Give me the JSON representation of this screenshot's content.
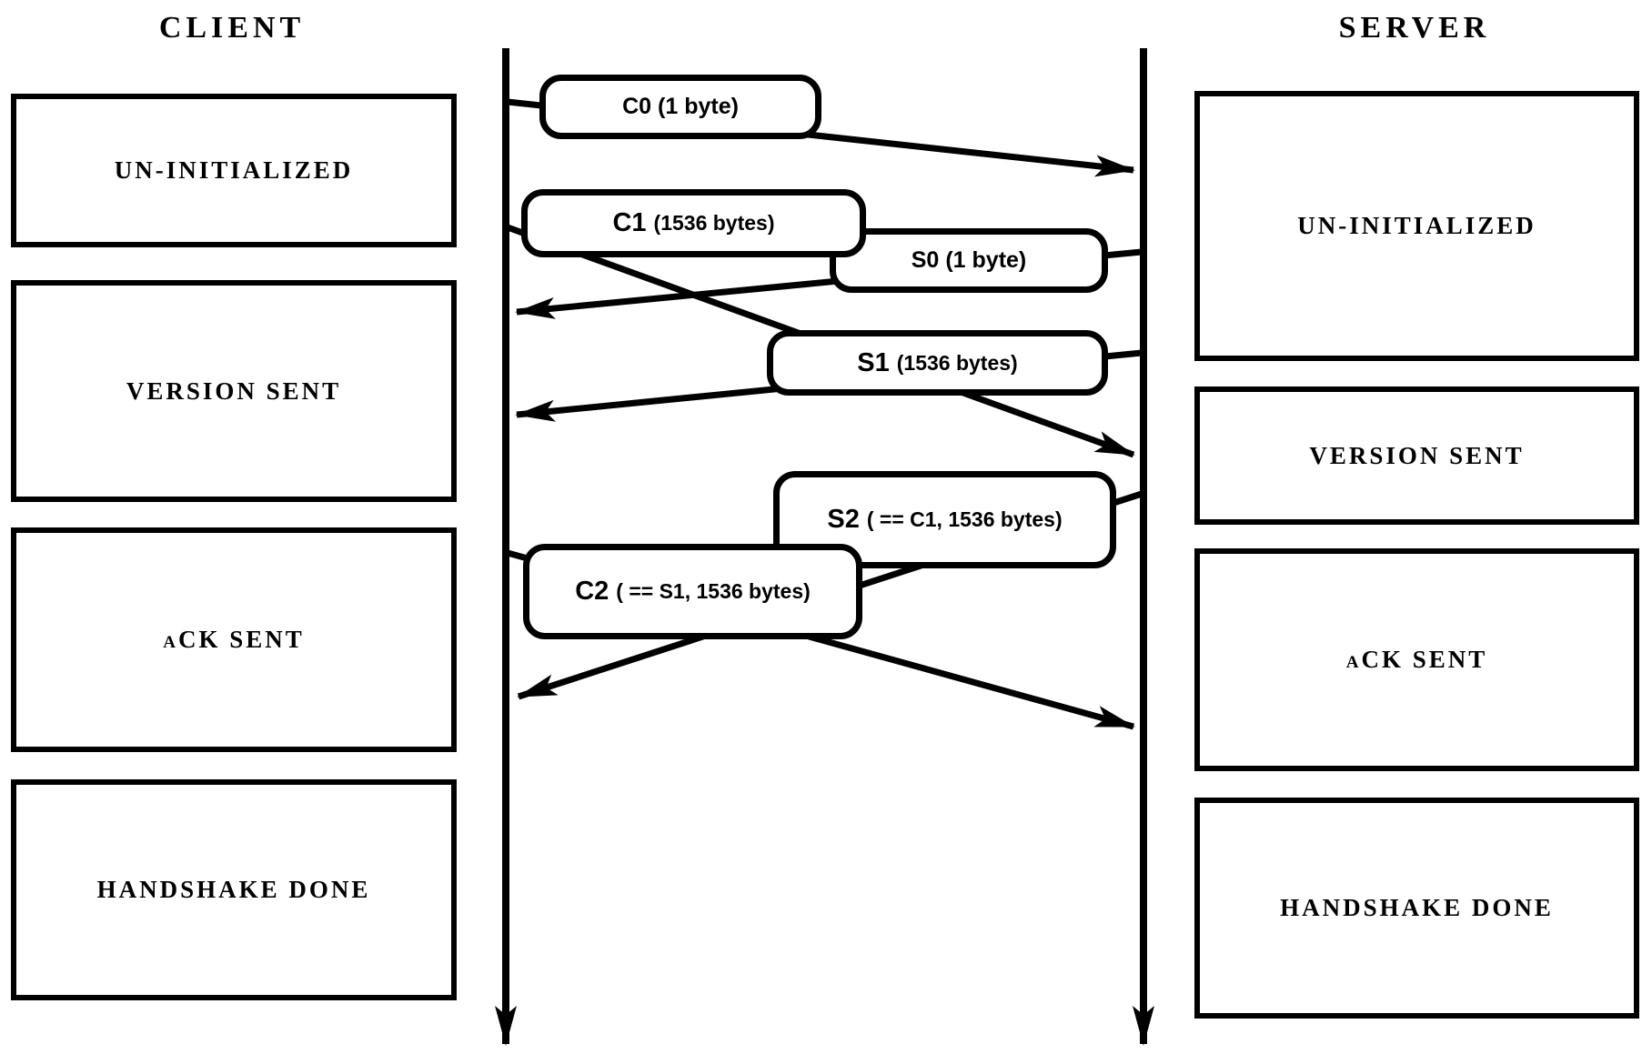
{
  "titles": {
    "client": "CLIENT",
    "server": "SERVER"
  },
  "client_states": [
    {
      "label": "UN-INITIALIZED"
    },
    {
      "label": "VERSION SENT"
    },
    {
      "label": "aCK SENT"
    },
    {
      "label": "HANDSHAKE DONE"
    }
  ],
  "server_states": [
    {
      "label": "UN-INITIALIZED"
    },
    {
      "label": "VERSION SENT"
    },
    {
      "label": "aCK SENT"
    },
    {
      "label": "HANDSHAKE DONE"
    }
  ],
  "messages": [
    {
      "id": "C0",
      "detail": "(1 byte)"
    },
    {
      "id": "C1",
      "detail": "(1536 bytes)"
    },
    {
      "id": "S0",
      "detail": "(1 byte)"
    },
    {
      "id": "S1",
      "detail": "(1536 bytes)"
    },
    {
      "id": "S2",
      "detail": "( == C1, 1536 bytes)"
    },
    {
      "id": "C2",
      "detail": "( == S1, 1536 bytes)"
    }
  ],
  "colors": {
    "ink": "#000000",
    "background": "#ffffff"
  }
}
